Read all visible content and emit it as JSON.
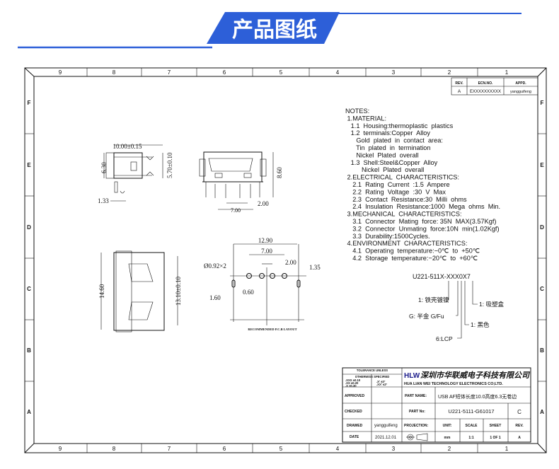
{
  "banner": {
    "title": "产品图纸",
    "color": "#2d5fd8"
  },
  "frame": {
    "columns": [
      "9",
      "8",
      "7",
      "6",
      "5",
      "4",
      "3",
      "2",
      "1"
    ],
    "rows": [
      "F",
      "E",
      "D",
      "C",
      "B",
      "A"
    ]
  },
  "revision_table": {
    "headers": [
      "REV.",
      "ECN.NO.",
      "APPD."
    ],
    "row": [
      "A",
      "EXXXXXXXXXX",
      "yangguifeng"
    ]
  },
  "notes": [
    "NOTES:",
    " 1.MATERIAL:",
    "   1.1  Housing:thermoplastic  plastics",
    "   1.2  terminals:Copper  Alloy",
    "      Gold  plated  in  contact  area:",
    "      Tin  plated  in  termination",
    "      Nickel  Plated  overall",
    "   1.3  Shell:Steel&Copper  Alloy",
    "         Nickel  Plated  overall",
    " 2.ELECTRICAL  CHARACTERISTICS:",
    "    2.1  Rating  Current  :1.5  Ampere",
    "    2.2  Rating  Voltage  :30  V  Max",
    "    2.3  Contact  Resistance:30  Milli  ohms",
    "    2.4  Insulation  Resistance:1000  Mega  ohms  Min.",
    " 3.MECHANICAL  CHARACTERISTICS:",
    "    3.1  Connector  Mating  force: 35N  MAX(3.57Kgf)",
    "    3.2  Connector  Unmating  force:10N  min(1.02Kgf)",
    "    3.3  Durability:1500Cycles.",
    " 4.ENVIRONMENT  CHARACTERISTICS:",
    "    4.1  Operating  temperature:−0℃  to  +50℃",
    "    4.2  Storage  temperature:−20℃  to  +60℃"
  ],
  "part_code": {
    "code": "U221-511X-XXX0X7",
    "options": [
      "1: 铁壳镀镍",
      "G: 半金 G/Fu",
      "6:LCP",
      "1: 黑色",
      "1: 吸塑盒"
    ]
  },
  "dimensions": {
    "side": [
      "10.00±0.15",
      "6.30",
      "5.70±0.10",
      "1.33"
    ],
    "front": [
      "8.60",
      "7.00",
      "2.00"
    ],
    "top": [
      "14.60",
      "13.10±0.10"
    ],
    "pcb": [
      "12.90",
      "7.00",
      "2.00",
      "Ø0.92×2",
      "1.35",
      "1.60",
      "0.60"
    ],
    "pcb_caption": "RECOMMENDED  P.C.B  LAYOUT"
  },
  "title_block": {
    "tolerance_title": [
      "TOLERANCE  UNLESS",
      "OTHERWISE  SPECIFIED"
    ],
    "tolerance_lines": [
      ".XXX  ±0.10",
      ".XX   ±0.20",
      ".X    ±0.30"
    ],
    "angle_lines": [
      ".X'   ±3°",
      ".XX'  ±2°"
    ],
    "company_logo": "HLW",
    "company_cn": "深圳市华联威电子科技有限公司",
    "company_en": "HUA LIAN WEI TECHNOLOGY ELECTRONICS CO;LTD.",
    "approved_label": "APPROVED",
    "checked_label": "CHECKED",
    "drawed_label": "DRAWED",
    "drawed_value": "yangguifeng",
    "date_label": "DATE",
    "date_value": "2021.12.01",
    "part_name_label": "PART NAME:",
    "part_name_value": "USB AF短体长度10.0高度6.3无卷边",
    "part_no_label": "PART No:",
    "part_no_value": "U221-5111-G61017",
    "part_rev": "C",
    "projection_label": "PROJECTION:",
    "unit_label": "UNIT:",
    "unit_value": "mm",
    "scale_label": "SCALE",
    "scale_value": "1:1",
    "sheet_label": "SHEET",
    "sheet_value": "1 OF 1",
    "rev_label": "REV.",
    "rev_value": "A"
  }
}
